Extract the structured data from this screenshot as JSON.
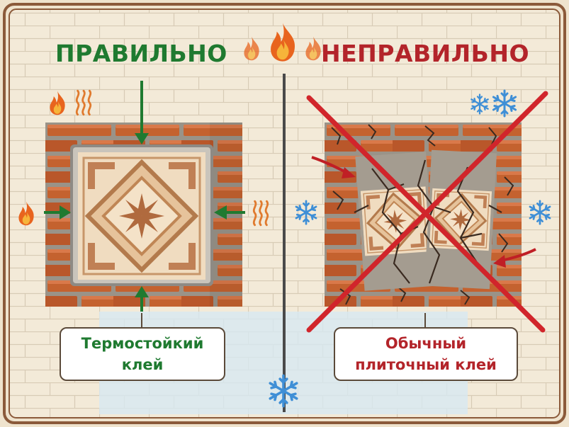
{
  "left_panel": {
    "heading": "ПРАВИЛЬНО",
    "callout_line1": "Термостойкий",
    "callout_line2": "клей",
    "accent_color": "#1f7a30"
  },
  "right_panel": {
    "heading": "НЕПРАВИЛЬНО",
    "callout_line1": "Обычный",
    "callout_line2": "плиточный клей",
    "accent_color": "#b3242a"
  },
  "icons": [
    "flame-icon",
    "heat-waves-icon",
    "snowflake-icon",
    "cross-mark-icon"
  ]
}
